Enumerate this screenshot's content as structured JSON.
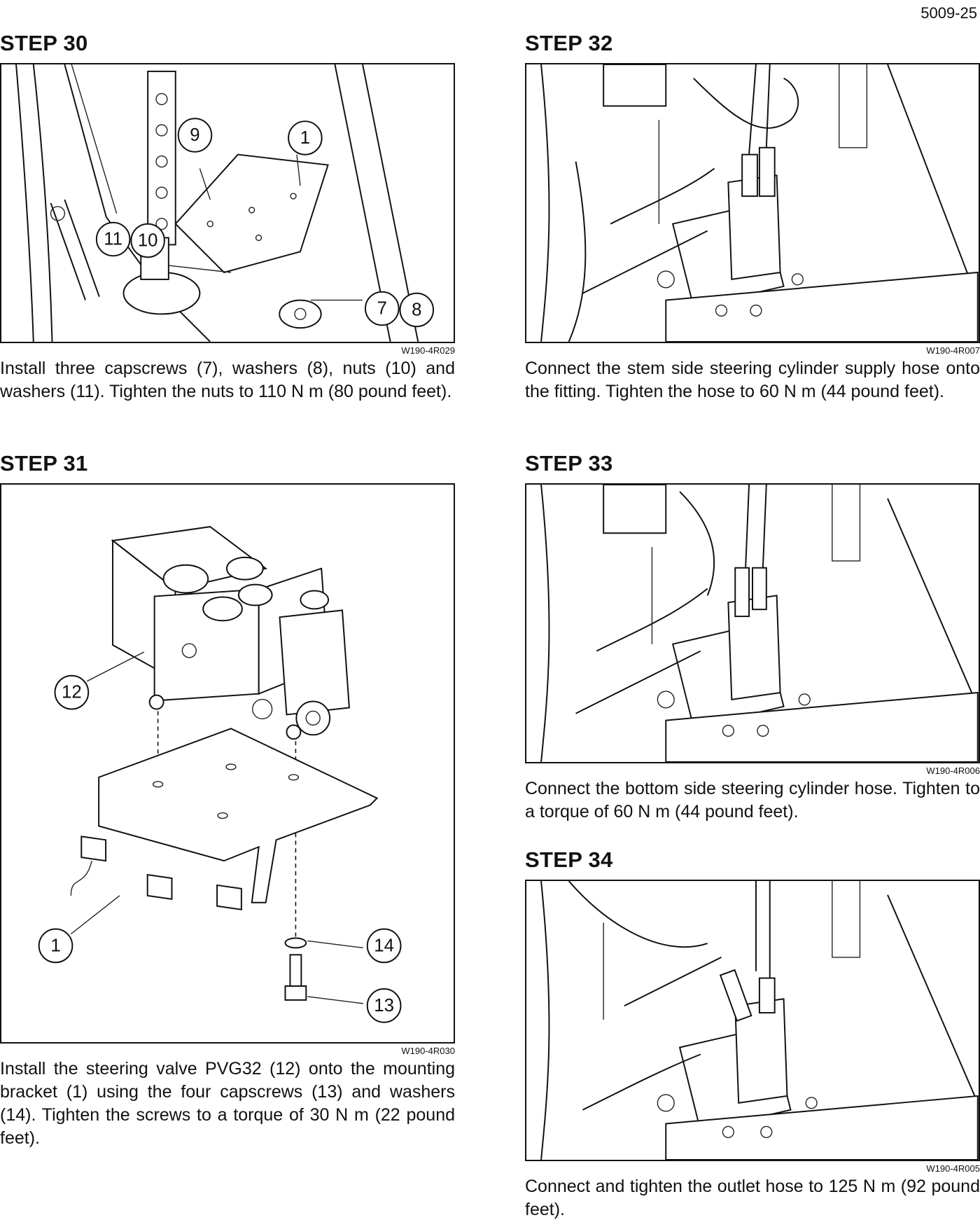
{
  "page_number": "5009-25",
  "steps": [
    {
      "title": "STEP 30",
      "figure_code": "W190-4R029",
      "callouts": [
        "9",
        "1",
        "11",
        "10",
        "7",
        "8"
      ],
      "caption": "Install three capscrews (7), washers (8), nuts (10) and washers (11). Tighten the nuts to 110 N m (80 pound feet)."
    },
    {
      "title": "STEP 31",
      "figure_code": "W190-4R030",
      "callouts": [
        "12",
        "1",
        "14",
        "13"
      ],
      "caption": "Install the steering valve PVG32 (12) onto the mounting bracket (1) using the four capscrews (13) and washers (14). Tighten the screws to a torque of 30 N m (22 pound feet)."
    },
    {
      "title": "STEP 32",
      "figure_code": "W190-4R007",
      "caption": "Connect the stem side steering cylinder supply hose onto the fitting. Tighten the hose to 60 N m (44 pound feet)."
    },
    {
      "title": "STEP 33",
      "figure_code": "W190-4R006",
      "caption": "Connect the bottom side steering cylinder hose. Tighten to a torque of 60 N m (44 pound feet)."
    },
    {
      "title": "STEP 34",
      "figure_code": "W190-4R005",
      "caption": "Connect and tighten the outlet hose to 125 N m (92 pound feet)."
    }
  ]
}
